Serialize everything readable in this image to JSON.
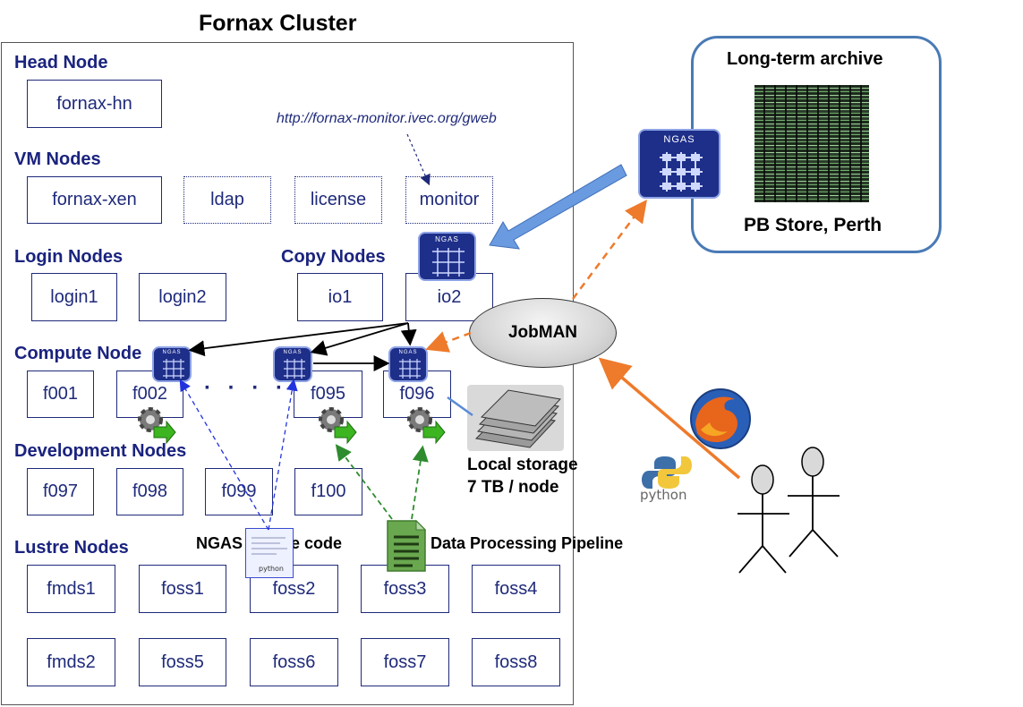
{
  "title": "Fornax Cluster",
  "sections": {
    "head": "Head Node",
    "vm": "VM Nodes",
    "login": "Login Nodes",
    "copy": "Copy Nodes",
    "compute": "Compute Node",
    "development": "Development Nodes",
    "lustre": "Lustre Nodes"
  },
  "nodes": {
    "head": [
      "fornax-hn"
    ],
    "vm": [
      "fornax-xen",
      "ldap",
      "license",
      "monitor"
    ],
    "login": [
      "login1",
      "login2"
    ],
    "copy": [
      "io1",
      "io2"
    ],
    "compute": [
      "f001",
      "f002",
      "f095",
      "f096"
    ],
    "compute_ellipsis": "· · · ·",
    "development": [
      "f097",
      "f098",
      "f099",
      "f100"
    ],
    "lustre_row1": [
      "fmds1",
      "foss1",
      "foss2",
      "foss3",
      "foss4"
    ],
    "lustre_row2": [
      "fmds2",
      "foss5",
      "foss6",
      "foss7",
      "foss8"
    ]
  },
  "monitor_url": "http://fornax-monitor.ivec.org/gweb",
  "archive": {
    "title": "Long-term archive",
    "store": "PB Store, Perth"
  },
  "ngas_icon_label": "NGAS",
  "jobman": "JobMAN",
  "local_storage": [
    "Local storage",
    "7 TB / node"
  ],
  "ngas_source_code": "NGAS source code",
  "pipeline": "Data Processing Pipeline",
  "python_label": "python",
  "colors": {
    "node_border": "#1f2a7a",
    "section_text": "#1a237e",
    "archive_border": "#4a7ab5",
    "blue_arrow": "#5b8bd6",
    "orange_arrow": "#ee7a2b",
    "green_dashed": "#2e8b2e",
    "blue_dashed": "#2233dd"
  }
}
